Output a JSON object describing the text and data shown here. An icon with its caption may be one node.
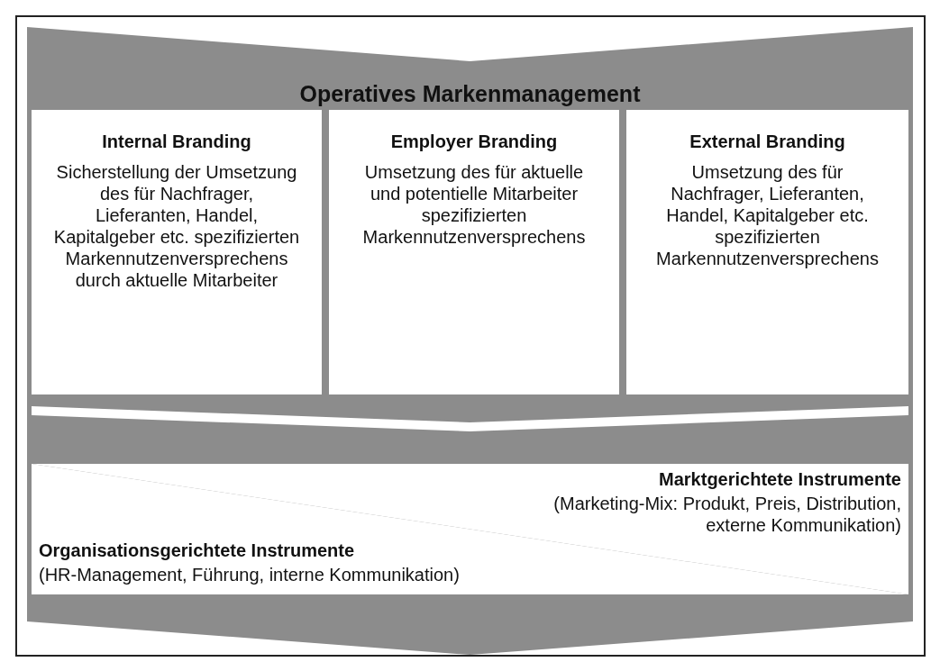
{
  "diagram": {
    "nodes": [
      {
        "text": [
          "Operatives Markenmanagement"
        ]
      },
      {
        "text": [
          "Internal Branding",
          "Sicherstellung der Umsetzung des für Nachfrager, Lieferanten, Handel, Kapitalgeber etc. spezifizierten Markennutzenversprechens durch aktuelle Mitarbeiter"
        ],
        "in": 0
      },
      {
        "text": [
          "Employer Branding",
          "Umsetzung des für aktuelle und potentielle Mitarbeiter spezifizierten Markennutzenversprechens"
        ],
        "in": 0
      },
      {
        "text": [
          "External Branding",
          "Umsetzung des für Nachfrager, Lieferanten, Handel, Kapitalgeber etc. spezifizierten Markennutzenversprechens"
        ],
        "in": 0
      },
      {
        "text": [
          "Marktgerichtete Instrumente",
          "(Marketing-Mix: Produkt, Preis, Distribution, externe Kommunikation)"
        ],
        "in": 0
      },
      {
        "text": [
          "Organisationsgerichtete Instrumente",
          "(HR-Management, Führung, interne Kommunikation)"
        ],
        "in": 0
      }
    ],
    "edges": []
  }
}
